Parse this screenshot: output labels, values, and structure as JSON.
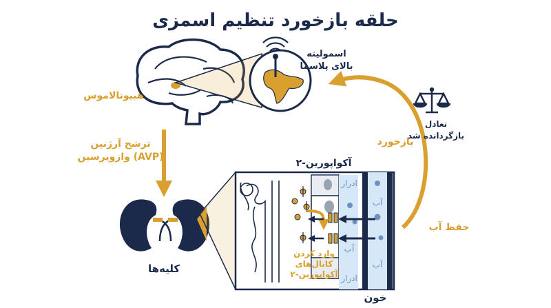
{
  "title": "حلقه بازخورد تنظیم اسمزی",
  "labels": {
    "osmolality": [
      "اسمولیته",
      "بالای پلاسما"
    ],
    "hypothalamus": "هیپوتالاموس",
    "avp_release": [
      "ترشح آرژنین",
      "وازوپرسین (AVP)"
    ],
    "kidneys": "کلیه‌ها",
    "aquaporin2": "آکواپورین-۲",
    "urine": "ادرار",
    "water": "آب",
    "insert_channels": [
      "وارد کردن",
      "کانال‌های",
      "آکواپورین-۲"
    ],
    "blood": "خون",
    "water_retention": "حفظ آب",
    "feedback": "بازخورد",
    "balance_restored": [
      "تعادل",
      "بازگردانده شد"
    ]
  },
  "colors": {
    "navy": "#1b2a4a",
    "gold": "#d9a030",
    "lightblue": "#d6e7f7",
    "grey": "#e9ecf0",
    "icons": [
      "brain-icon",
      "kidney-icon",
      "scale-icon",
      "signal-icon"
    ]
  }
}
